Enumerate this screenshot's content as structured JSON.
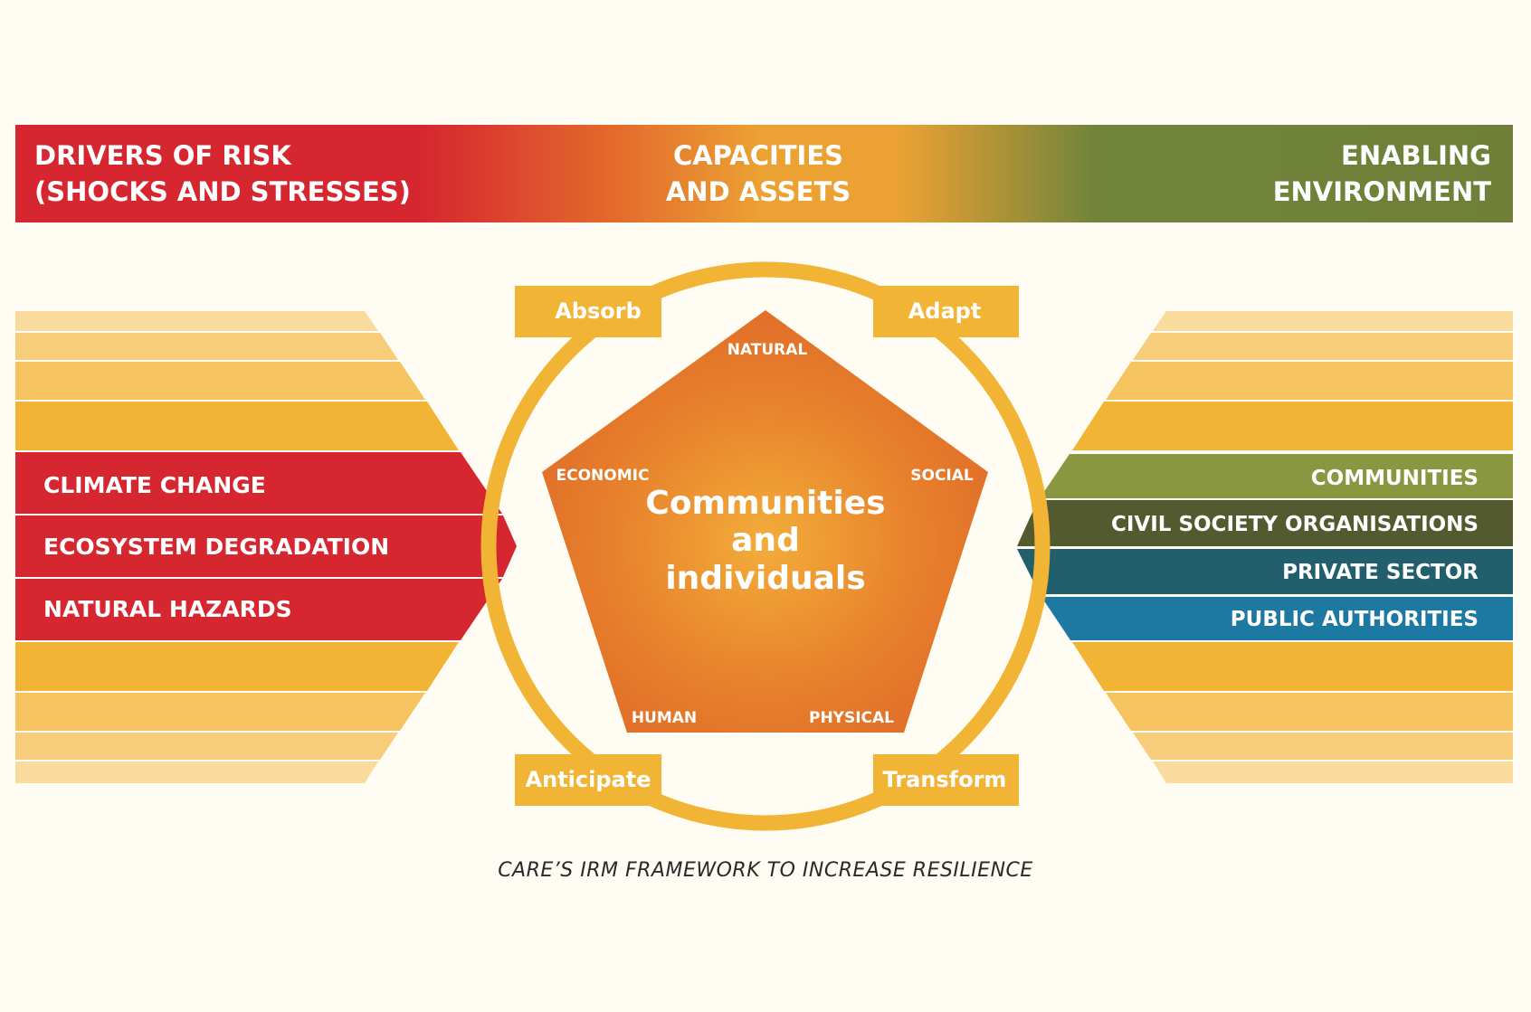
{
  "header": {
    "left_line1": "DRIVERS OF RISK",
    "left_line2": "(SHOCKS AND STRESSES)",
    "center_line1": "CAPACITIES",
    "center_line2": "AND ASSETS",
    "right_line1": "ENABLING",
    "right_line2": "ENVIRONMENT"
  },
  "drivers": [
    "CLIMATE CHANGE",
    "ECOSYSTEM DEGRADATION",
    "NATURAL HAZARDS"
  ],
  "enablers": [
    "COMMUNITIES",
    "CIVIL SOCIETY ORGANISATIONS",
    "PRIVATE SECTOR",
    "PUBLIC AUTHORITIES"
  ],
  "capacities": {
    "absorb": "Absorb",
    "adapt": "Adapt",
    "anticipate": "Anticipate",
    "transform": "Transform"
  },
  "assets": {
    "natural": "NATURAL",
    "social": "SOCIAL",
    "physical": "PHYSICAL",
    "human": "HUMAN",
    "economic": "ECONOMIC"
  },
  "center": {
    "line1": "Communities",
    "line2": "and",
    "line3": "individuals"
  },
  "caption": "CARE’S IRM FRAMEWORK TO INCREASE RESILIENCE",
  "colors": {
    "background": "#fffcf3",
    "risk_red": "#d6262f",
    "capacity_orange": "#e8a434",
    "enabling_green": "#6f7f38",
    "ring_yellow": "#f2b435",
    "pentagon_orange": "#e5782b",
    "communities": "#899740",
    "civil_society": "#545a2f",
    "private_sector": "#225f6c",
    "public_authorities": "#1d79a2"
  }
}
